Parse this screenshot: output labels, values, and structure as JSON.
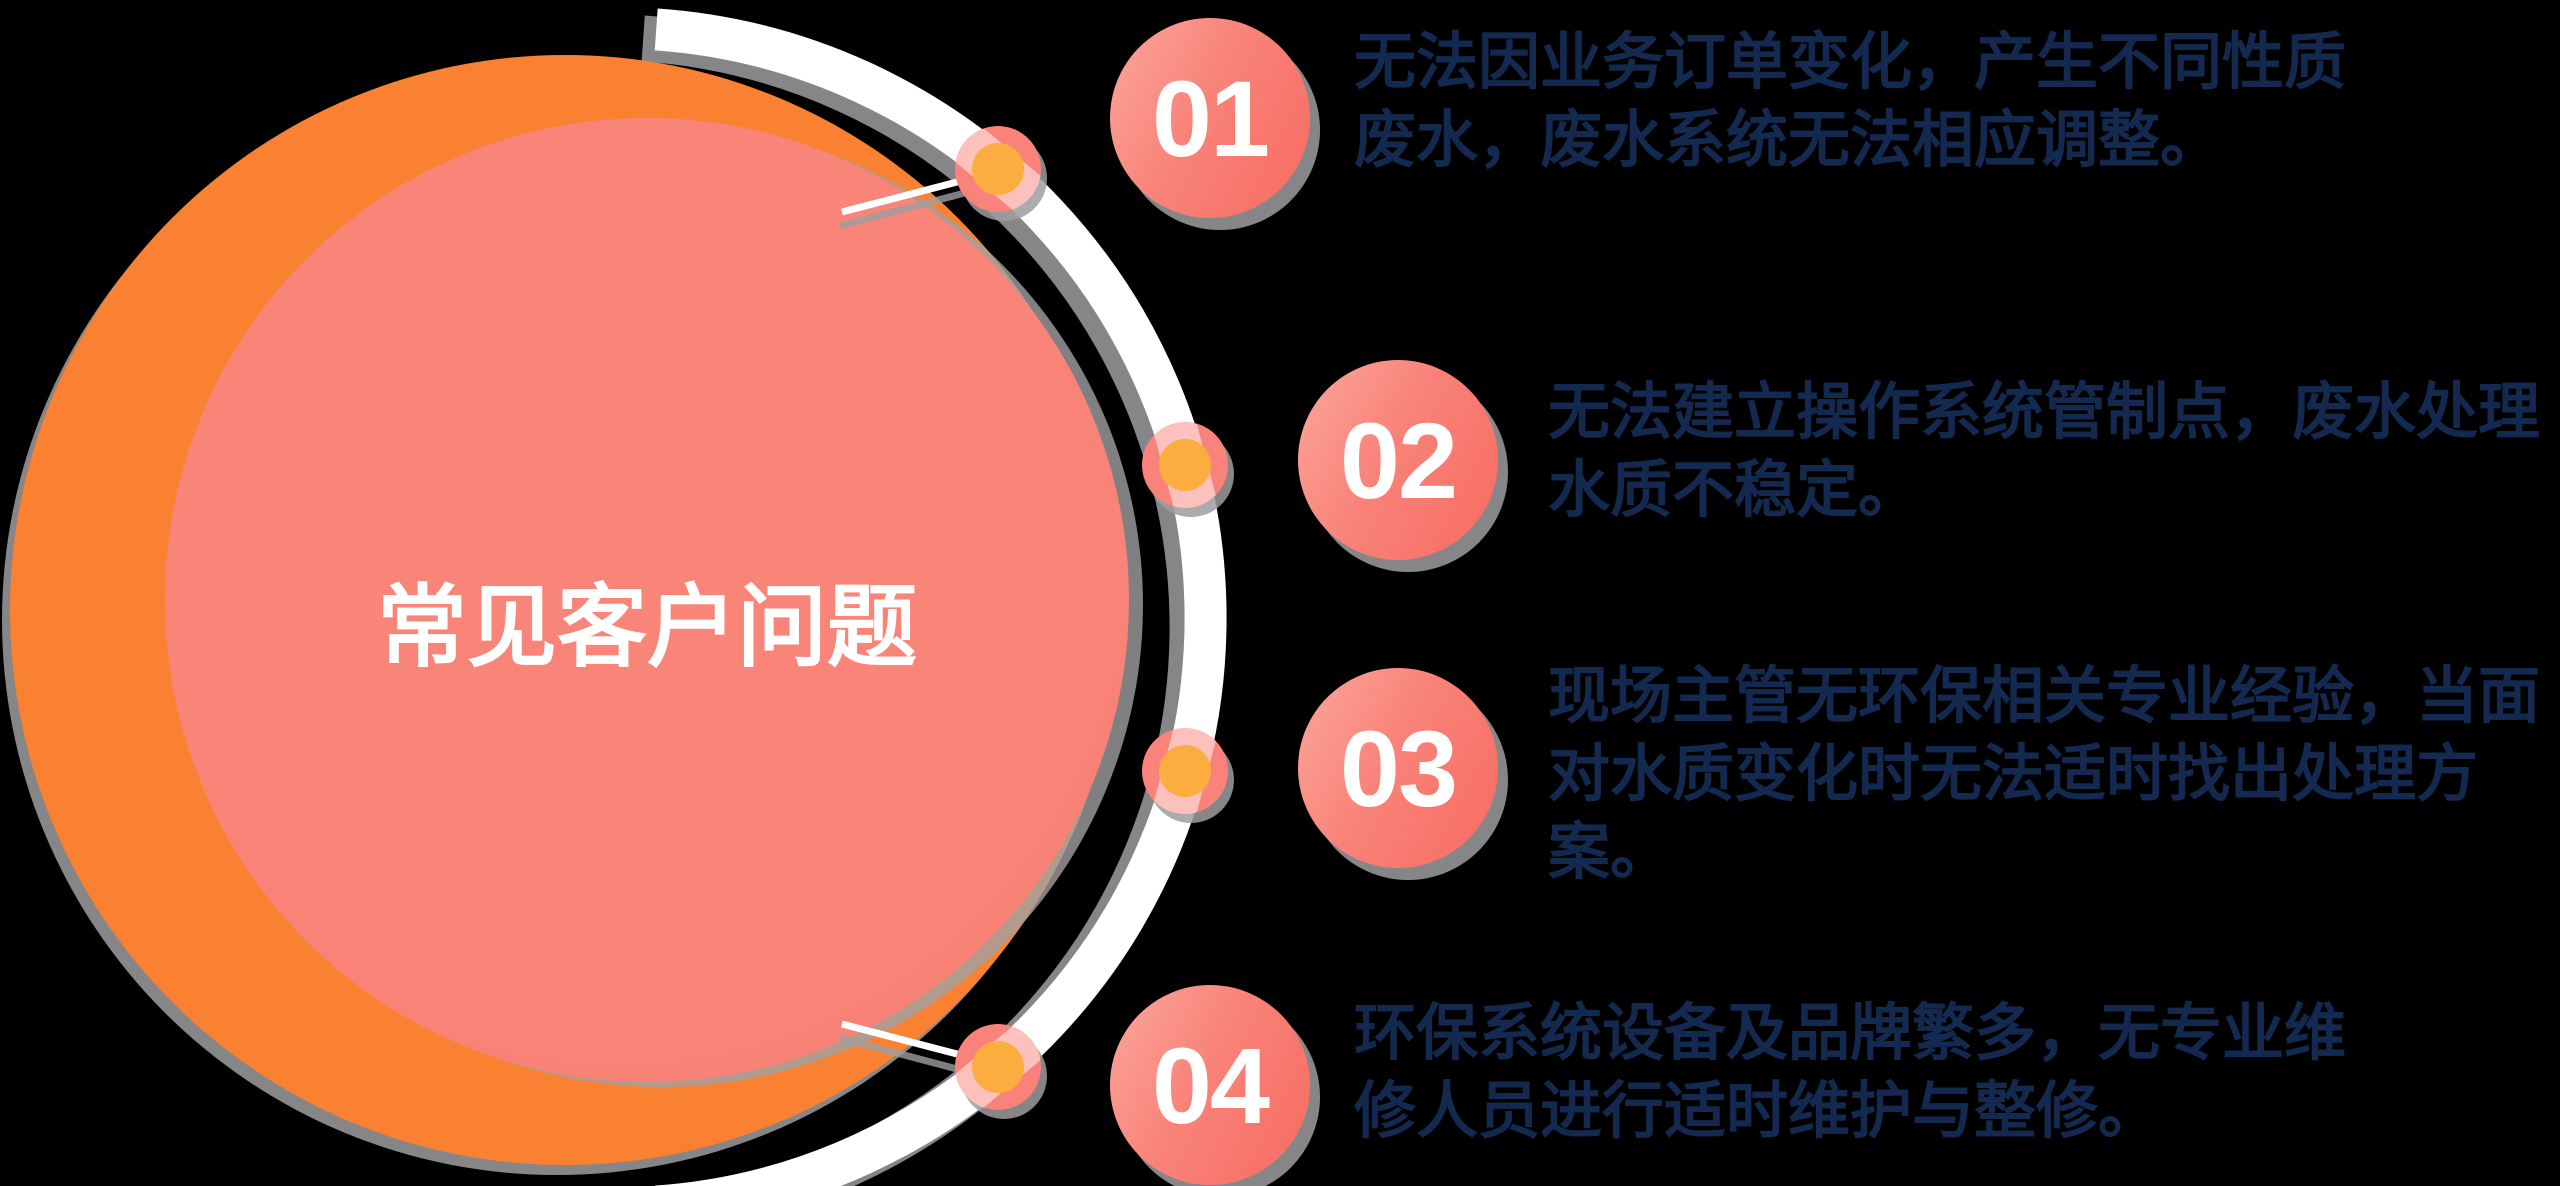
{
  "title": "常见客户问题",
  "items": [
    {
      "number": "01",
      "text": "无法因业务订单变化，产生不同性质废水，废水系统无法相应调整。"
    },
    {
      "number": "02",
      "text": "无法建立操作系统管制点，废水处理水质不稳定。"
    },
    {
      "number": "03",
      "text": "现场主管无环保相关专业经验，当面对水质变化时无法适时找出处理方案。"
    },
    {
      "number": "04",
      "text": "环保系统设备及品牌繁多，无专业维修人员进行适时维护与整修。"
    }
  ],
  "colors": {
    "background": "#000000",
    "circle_salmon": "#F87E72",
    "ring_orange": "#FA8132",
    "ring_red_line": "#E44D3C",
    "badge_gradient_start": "#FBA69C",
    "badge_gradient_end": "#F76B61",
    "node_ring": "#F9837A",
    "node_center_yellow": "#FBAD3F",
    "arc_white": "#FFFFFF",
    "shadow_gray": "#9E9EA0",
    "text_navy": "#13294F",
    "title_white": "#FFFFFF"
  }
}
